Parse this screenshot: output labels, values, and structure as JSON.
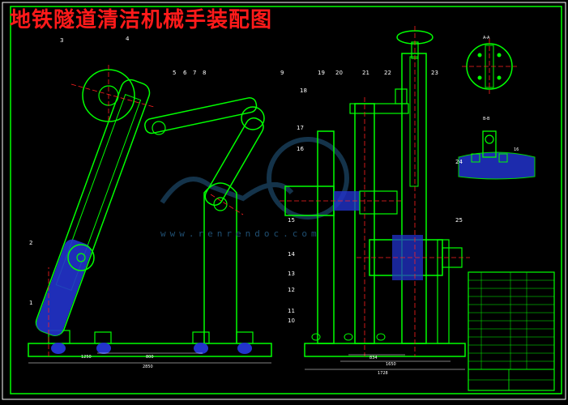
{
  "drawing": {
    "title": "地铁隧道清洁机械手装配图",
    "watermark_url": "www.renrendoc.com",
    "section_labels": {
      "a": "A-A",
      "b": "B-B"
    },
    "part_numbers": [
      "1",
      "2",
      "3",
      "4",
      "5",
      "6",
      "7",
      "8",
      "9",
      "10",
      "11",
      "12",
      "13",
      "14",
      "15",
      "16",
      "17",
      "18",
      "19",
      "20",
      "21",
      "22",
      "23",
      "24",
      "25"
    ],
    "dimensions": {
      "left_overall": "2850",
      "left_mid": "800",
      "left_seg": "1250",
      "right_overall": "1728",
      "right_mid": "1650",
      "right_inner": "834"
    },
    "detail_16_label": "16"
  },
  "colors": {
    "line": "#00ff00",
    "center": "#ff2020",
    "fill": "#2233cc",
    "text": "#ffffff",
    "dim": "#ffffff",
    "wm": "#1f4f72"
  }
}
